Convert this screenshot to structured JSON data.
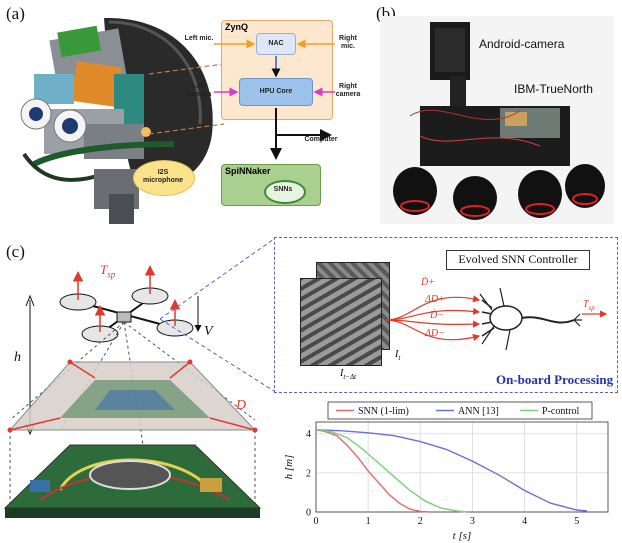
{
  "panels": {
    "a": "(a)",
    "b": "(b)",
    "c": "(c)"
  },
  "zynq": {
    "title": "ZynQ",
    "nac": "NAC",
    "hpu": "HPU Core",
    "left_mic": "Left mic.",
    "right_mic": "Right mic.",
    "left_camera": "Left camera",
    "right_camera": "Right camera",
    "computer": "Computer",
    "i2s": "I2S microphone"
  },
  "spinnaker": {
    "title": "SpiNNaker",
    "snns": "SNNs"
  },
  "robot_labels": {
    "android": "Android-camera",
    "truenorth": "IBM-TrueNorth"
  },
  "drone": {
    "tsp": "T_sp",
    "v": "V",
    "h": "h",
    "d": "D"
  },
  "controller": {
    "title": "Evolved SNN Controller",
    "onboard": "On-board Processing",
    "inputs": [
      "Ḋ+",
      "ΔD+",
      "Ḋ−",
      "ΔD−"
    ],
    "output": "T_sp",
    "frame_t": "I_t",
    "frame_prev": "I_{t−Δt}"
  },
  "colors": {
    "zynq_fill": "#fde7cf",
    "zynq_border": "#e8a86a",
    "nac_fill": "#dde8f6",
    "hpu_fill": "#9dc3ec",
    "spinnaker_fill": "#a9d08e",
    "accent_red": "#e03a2f",
    "dashed_blue": "#5a5fc8",
    "onboard_blue": "#2233aa",
    "orange_arrow": "#f0a020",
    "magenta_arrow": "#d63cc8"
  },
  "chart_data": {
    "type": "line",
    "xlabel": "t [s]",
    "ylabel": "h [m]",
    "xlim": [
      0,
      5.6
    ],
    "ylim": [
      0,
      4.6
    ],
    "xticks": [
      0,
      1,
      2,
      3,
      4,
      5
    ],
    "yticks": [
      0,
      2,
      4
    ],
    "grid": true,
    "legend_position": "top",
    "legend": [
      "SNN (1-lim)",
      "ANN [13]",
      "P-control"
    ],
    "series": [
      {
        "name": "SNN (1-lim)",
        "color": "#e8686a",
        "x": [
          0,
          0.2,
          0.4,
          0.6,
          0.8,
          1.0,
          1.2,
          1.4,
          1.6,
          1.8,
          2.0,
          2.2
        ],
        "y": [
          4.2,
          4.1,
          3.9,
          3.4,
          2.8,
          2.1,
          1.5,
          0.9,
          0.45,
          0.15,
          0.03,
          0.0
        ]
      },
      {
        "name": "ANN [13]",
        "color": "#6a70d8",
        "x": [
          0,
          0.5,
          1.0,
          1.5,
          2.0,
          2.5,
          3.0,
          3.5,
          4.0,
          4.5,
          5.0,
          5.2
        ],
        "y": [
          4.2,
          4.15,
          4.05,
          3.9,
          3.6,
          3.2,
          2.6,
          1.9,
          1.1,
          0.45,
          0.1,
          0.05
        ]
      },
      {
        "name": "P-control",
        "color": "#78d078",
        "x": [
          0,
          0.3,
          0.6,
          0.9,
          1.2,
          1.5,
          1.8,
          2.1,
          2.4,
          2.7,
          2.9
        ],
        "y": [
          4.2,
          4.1,
          3.8,
          3.2,
          2.5,
          1.8,
          1.1,
          0.55,
          0.2,
          0.05,
          0.0
        ]
      }
    ]
  }
}
